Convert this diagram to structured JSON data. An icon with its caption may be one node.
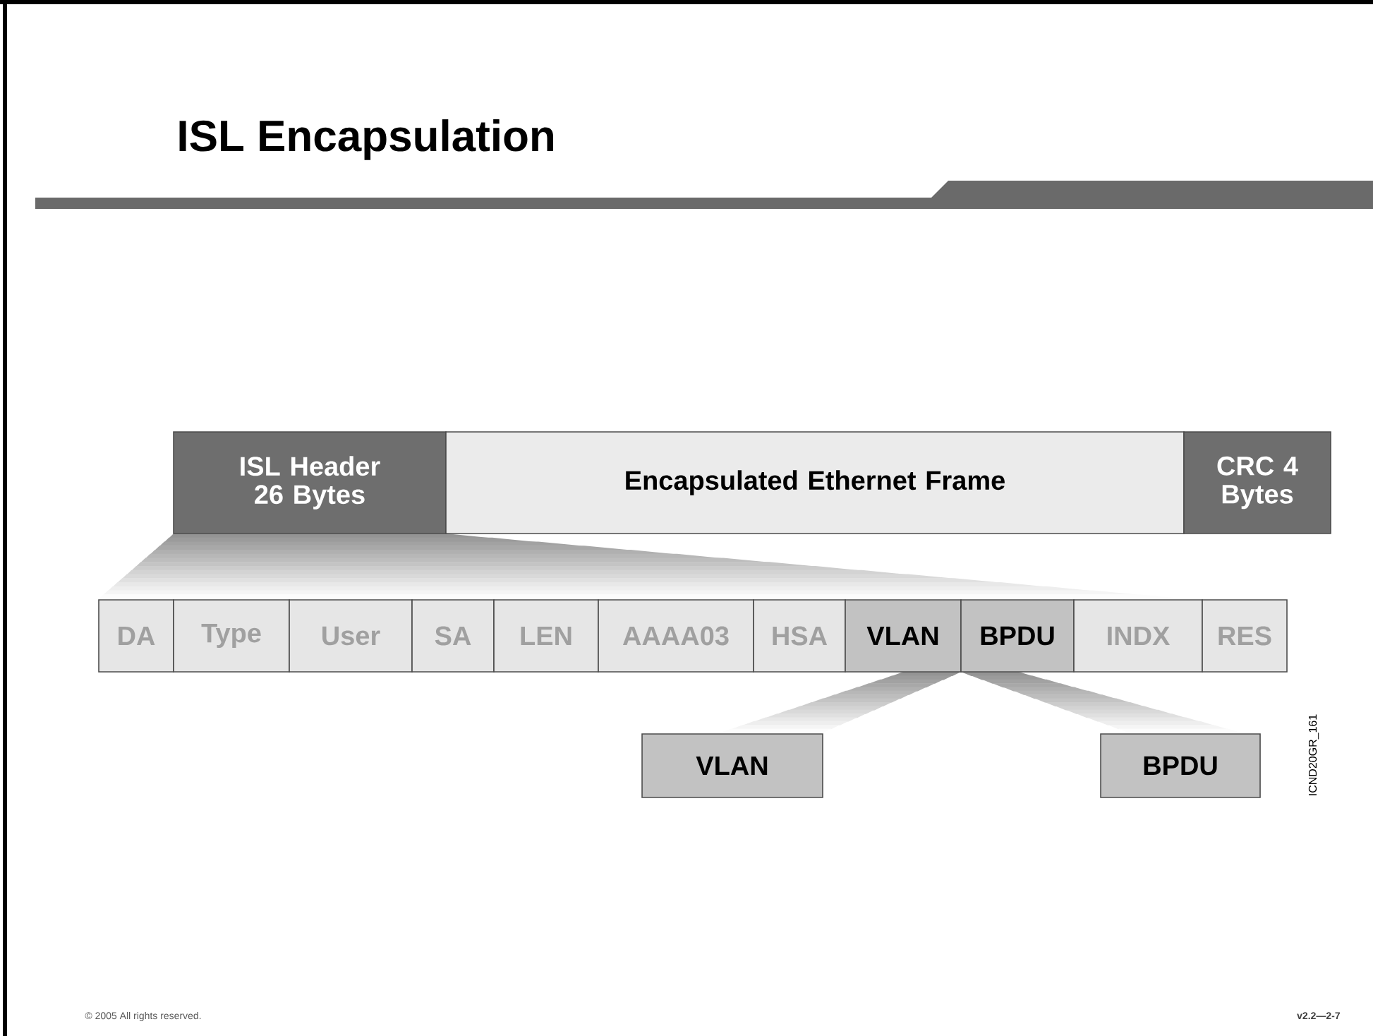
{
  "diagram": {
    "title": "ISL Encapsulation",
    "nodes": [
      {
        "text": [
          "ISL Header 26 Bytes"
        ]
      },
      {
        "text": [
          "Encapsulated Ethernet Frame"
        ]
      },
      {
        "text": [
          "CRC 4 Bytes"
        ]
      },
      {
        "text": [
          "DA"
        ]
      },
      {
        "text": [
          "Type"
        ]
      },
      {
        "text": [
          "User"
        ]
      },
      {
        "text": [
          "SA"
        ]
      },
      {
        "text": [
          "LEN"
        ]
      },
      {
        "text": [
          "AAAA03"
        ]
      },
      {
        "text": [
          "HSA"
        ]
      },
      {
        "text": [
          "VLAN"
        ]
      },
      {
        "text": [
          "BPDU"
        ]
      },
      {
        "text": [
          "INDX"
        ]
      },
      {
        "text": [
          "RES"
        ]
      },
      {
        "text": [
          "VLAN"
        ]
      },
      {
        "text": [
          "BPDU"
        ]
      }
    ],
    "labels": [
      "ICND20GR_161",
      "© 2005 All rights reserved.",
      "v2.2—2-7"
    ]
  }
}
